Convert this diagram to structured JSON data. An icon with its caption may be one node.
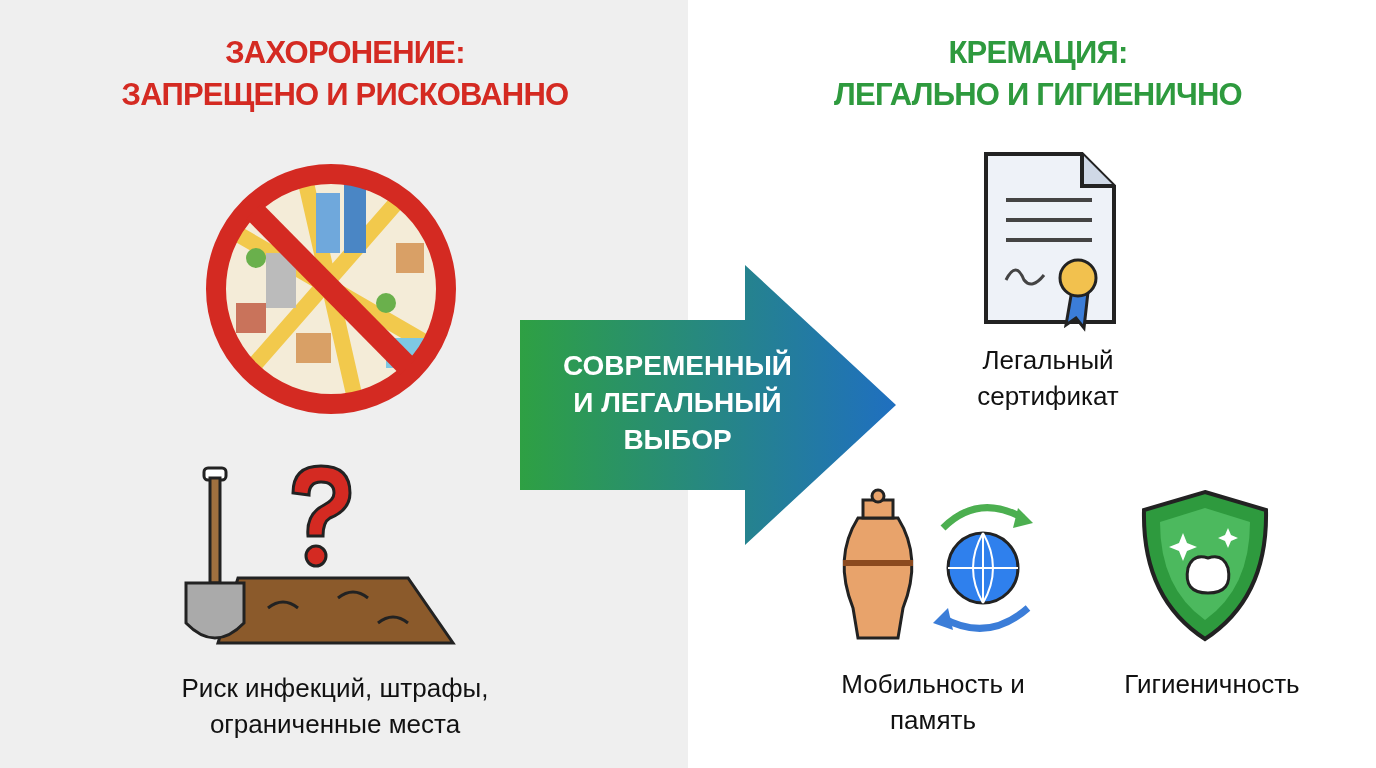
{
  "diagram": {
    "nodes": [
      {
        "text": [
          "ЗАХОРОНЕНИЕ: ЗАПРЕЩЕНО И РИСКОВАННО"
        ]
      },
      {
        "text": [
          "СОВРЕМЕННЫЙ И ЛЕГАЛЬНЫЙ ВЫБОР"
        ]
      },
      {
        "text": [
          "КРЕМАЦИЯ: ЛЕГАЛЬНО И ГИГИЕНИЧНО"
        ]
      }
    ],
    "labels": [
      "Риск инфекций, штрафы, ограниченные места",
      "Легальный сертификат",
      "Мобильность и память",
      "Гигиеничность"
    ]
  }
}
